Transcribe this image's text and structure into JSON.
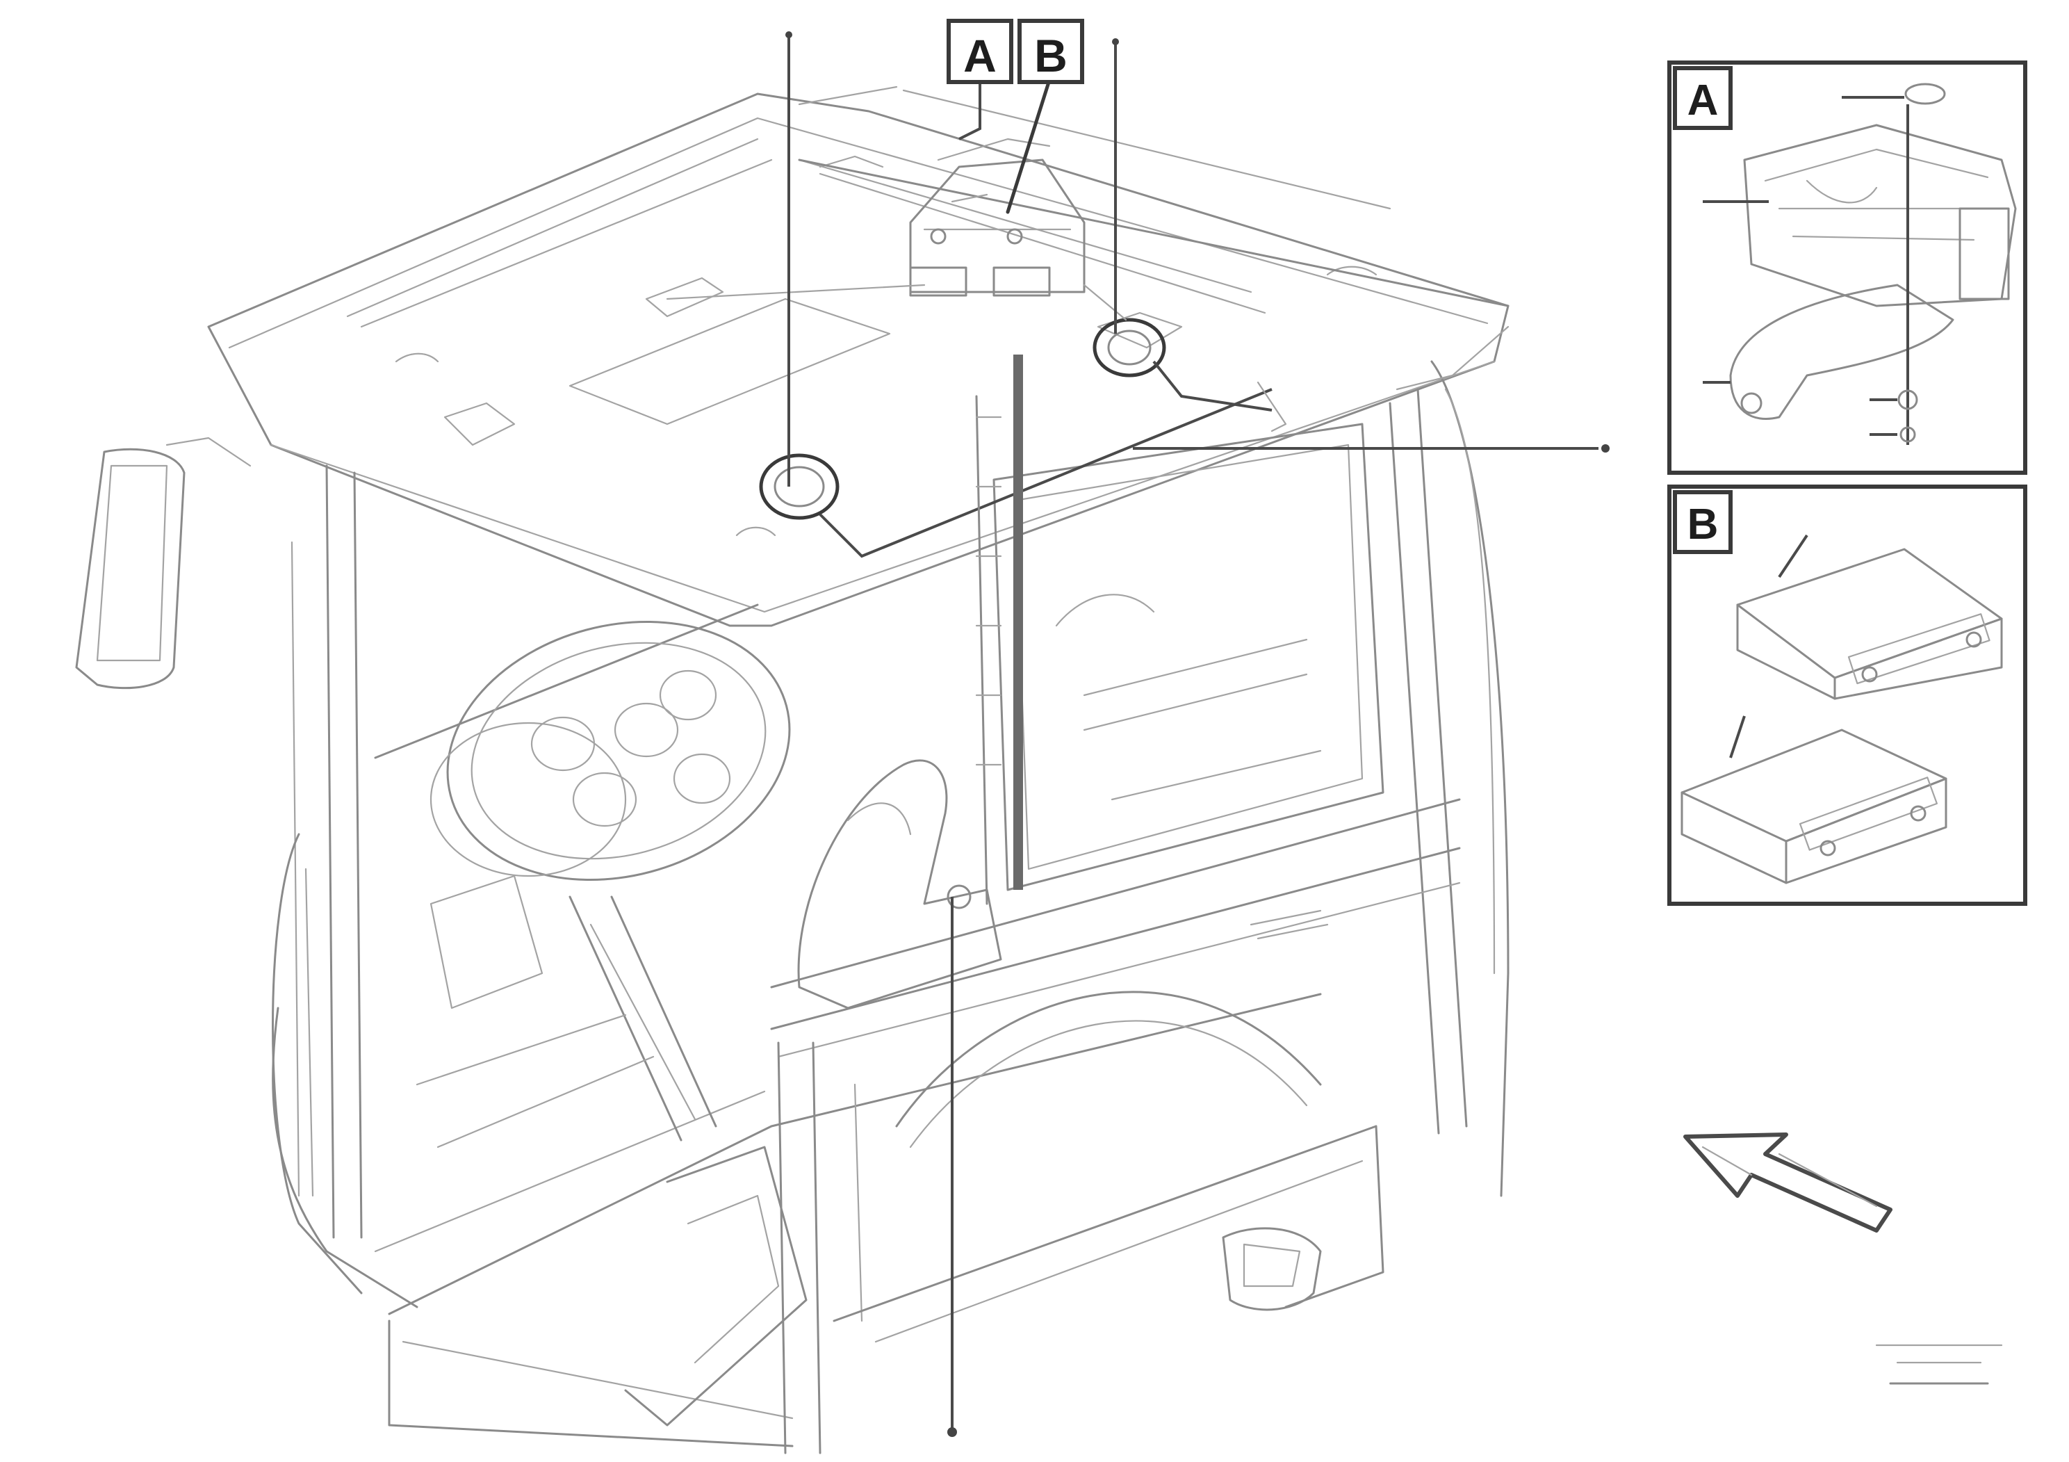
{
  "callouts": {
    "a": "A",
    "b": "B"
  },
  "inset_labels": {
    "a": "A",
    "b": "B"
  },
  "colors": {
    "line": "#8a8a8a",
    "dark_line": "#3a3a3a",
    "background": "#ffffff"
  },
  "icons": {
    "direction_arrow": "view-direction-arrow-icon"
  }
}
